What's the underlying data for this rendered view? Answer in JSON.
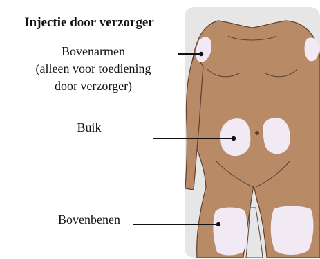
{
  "title": "Injectie door verzorger",
  "labels": {
    "upper_arms_line1": "Bovenarmen",
    "upper_arms_line2": "(alleen voor toediening",
    "upper_arms_line3": "door verzorger)",
    "belly": "Buik",
    "thighs": "Bovenbenen"
  },
  "colors": {
    "panel_background": "#e6e6e6",
    "skin": "#b98a66",
    "skin_outline": "#5e4130",
    "injection_zone": "#f1eaf4",
    "leader_line": "#111111"
  }
}
